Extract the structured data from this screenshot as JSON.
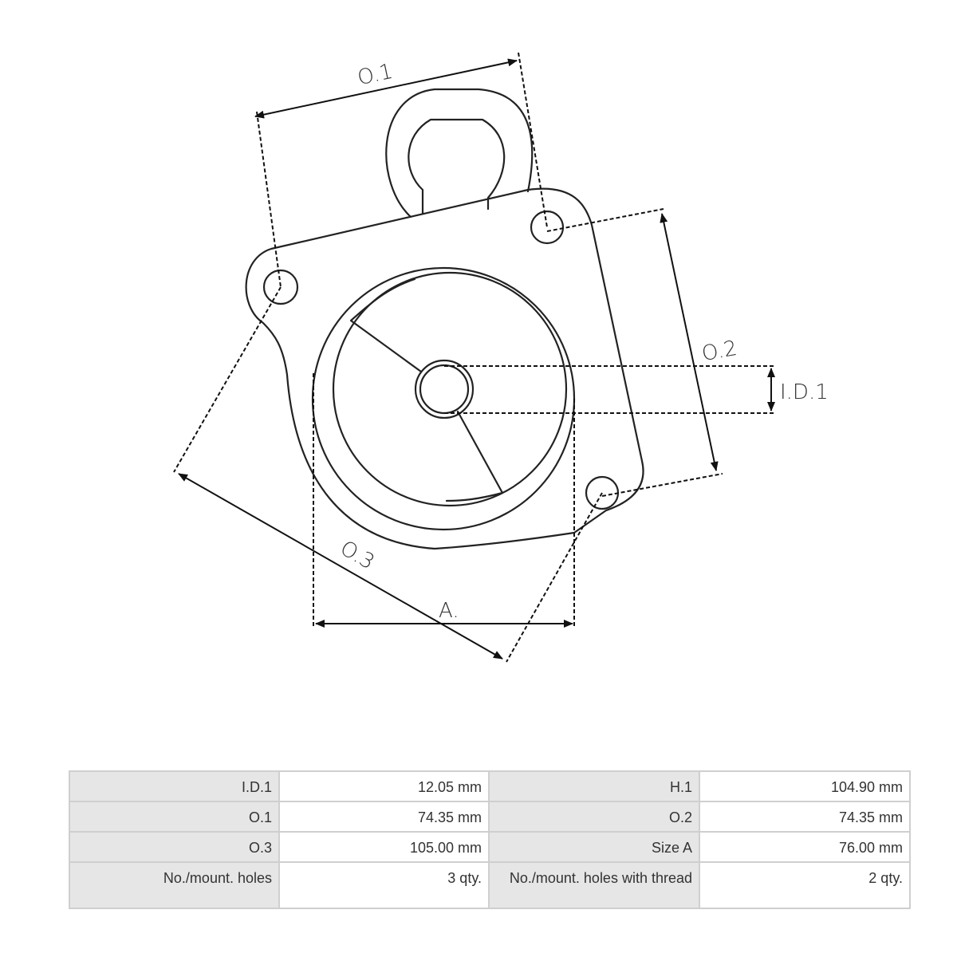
{
  "diagram": {
    "labels": {
      "o1": "O.1",
      "o2": "O.2",
      "o3": "O.3",
      "id1": "I.D.1",
      "a": "A."
    }
  },
  "specs": {
    "rows": [
      [
        {
          "key": "I.D.1",
          "value": "12.05 mm"
        },
        {
          "key": "H.1",
          "value": "104.90 mm"
        }
      ],
      [
        {
          "key": "O.1",
          "value": "74.35 mm"
        },
        {
          "key": "O.2",
          "value": "74.35 mm"
        }
      ],
      [
        {
          "key": "O.3",
          "value": "105.00 mm"
        },
        {
          "key": "Size A",
          "value": "76.00 mm"
        }
      ],
      [
        {
          "key": "No./mount. holes",
          "value": "3 qty."
        },
        {
          "key": "No./mount. holes with thread",
          "value": "2 qty."
        }
      ]
    ]
  }
}
